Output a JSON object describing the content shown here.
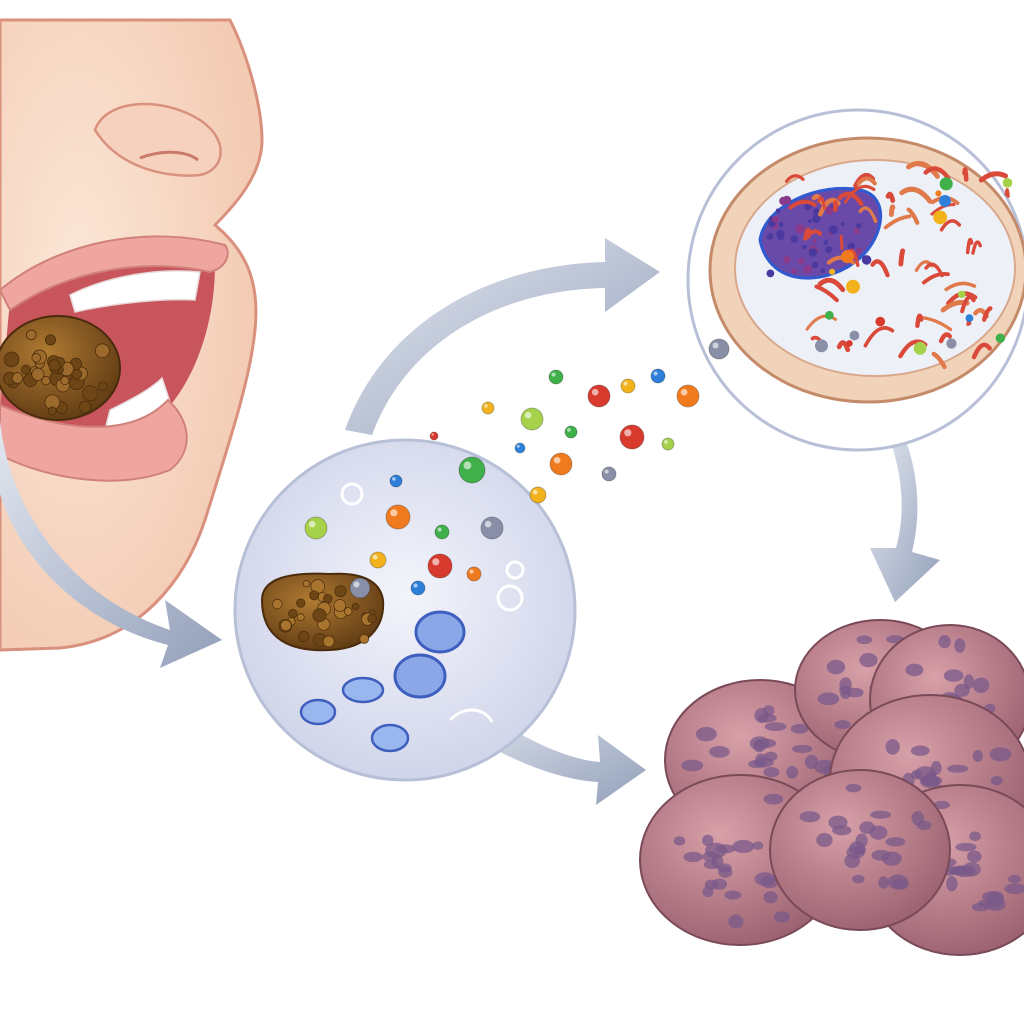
{
  "colors": {
    "background": "#ffffff",
    "skin": "#f8dcc8",
    "skin_shade": "#eebba4",
    "skin_outline": "#d9907c",
    "lips": "#f0a6a0",
    "mouth_interior": "#c9555c",
    "teeth": "#ffffff",
    "food_brown": "#8a5a22",
    "food_dark": "#5e3a13",
    "arrow": "#9aa5bd",
    "stomach_bg": "#dfe3f2",
    "stomach_rim": "#b8c0d8",
    "cell_blue": "#8aa8e8",
    "cell_outline": "#3f5fbf",
    "intestine_outer": "#f0d3b8",
    "intestine_inner": "#eef0f8",
    "intestine_rim": "#c48a6a",
    "nucleus": "#6a4aa8",
    "fibers": "#d94a3a",
    "tissue": "#b07a86",
    "tissue_spots": "#7a5a8a"
  },
  "icons": {
    "face": "face-profile-illustration",
    "food_in_mouth": "food-bolus-icon",
    "digestion_vessel": "digestion-circle-illustration",
    "absorption_cell": "cell-cross-section-illustration",
    "tissue_result": "tissue-clump-illustration"
  },
  "stages": [
    {
      "id": "eating"
    },
    {
      "id": "digestion"
    },
    {
      "id": "absorption"
    },
    {
      "id": "tissue"
    }
  ],
  "particle_colors": [
    "#3fb04a",
    "#d93a2e",
    "#f2b21c",
    "#2e7fd9",
    "#f07a1e",
    "#8a8fa8",
    "#a6d14a"
  ]
}
